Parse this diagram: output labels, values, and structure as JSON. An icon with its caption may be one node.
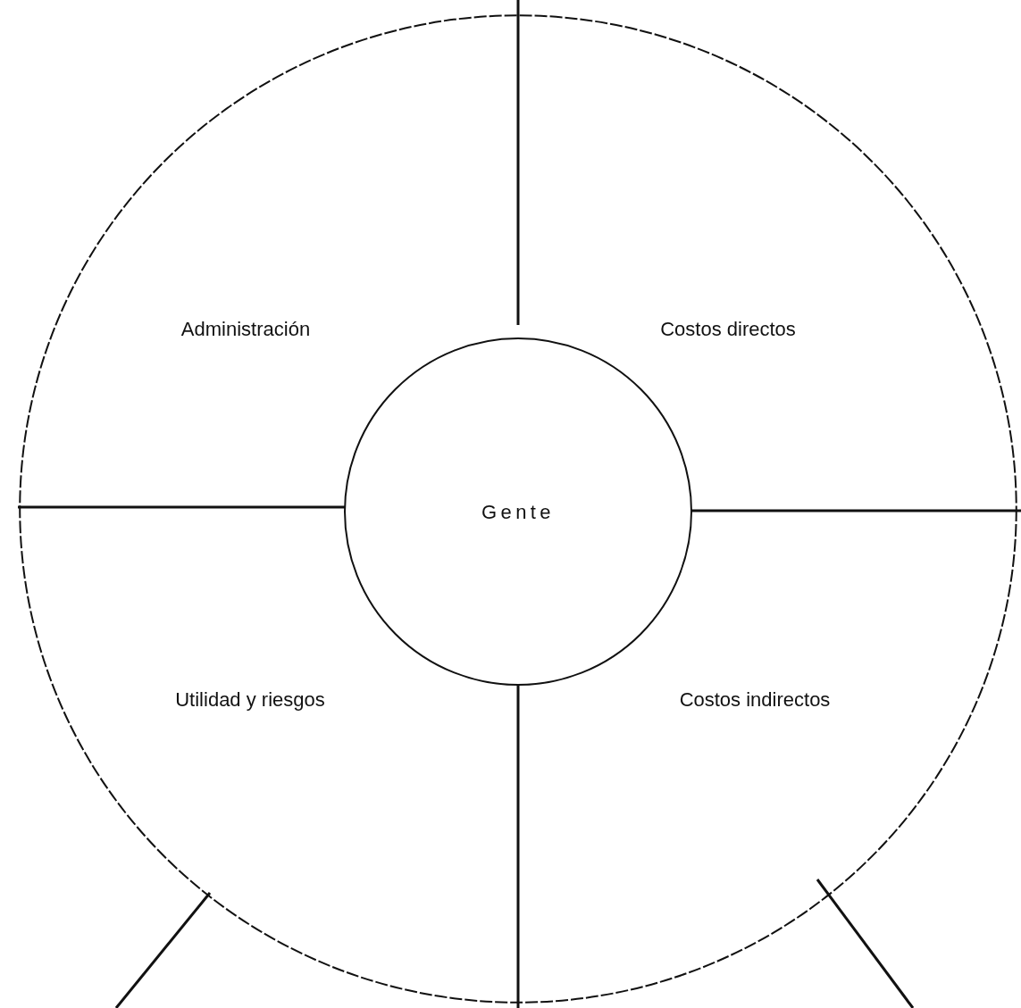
{
  "diagram": {
    "nodes": [
      {
        "text": [],
        "shape": "circle"
      },
      {
        "text": [
          "Administración"
        ],
        "in": 0
      },
      {
        "text": [
          "Costos directos"
        ],
        "in": 0
      },
      {
        "text": [
          "Utilidad y riesgos"
        ],
        "in": 0
      },
      {
        "text": [
          "Costos indirectos"
        ],
        "in": 0
      },
      {
        "text": [
          "Gente"
        ],
        "in": 0
      }
    ]
  }
}
